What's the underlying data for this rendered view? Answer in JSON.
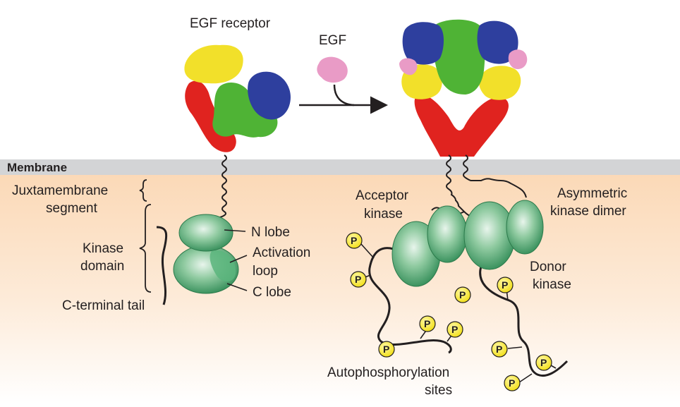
{
  "membrane_label": "Membrane",
  "labels": {
    "egf_receptor": "EGF receptor",
    "egf": "EGF",
    "juxtamembrane_1": "Juxtamembrane",
    "juxtamembrane_2": "segment",
    "kinase_domain_1": "Kinase",
    "kinase_domain_2": "domain",
    "c_terminal_tail": "C-terminal tail",
    "n_lobe": "N lobe",
    "activation_loop_1": "Activation",
    "activation_loop_2": "loop",
    "c_lobe": "C lobe",
    "acceptor_kinase_1": "Acceptor",
    "acceptor_kinase_2": "kinase",
    "asymmetric_dimer_1": "Asymmetric",
    "asymmetric_dimer_2": "kinase dimer",
    "donor_kinase_1": "Donor",
    "donor_kinase_2": "kinase",
    "autophos_1": "Autophosphorylation",
    "autophos_2": "sites"
  },
  "phospho_label": "P",
  "colors": {
    "membrane": "#d3d4d6",
    "cytoplasm_top": "#fbd9b7",
    "domain_yellow": "#f2e02a",
    "domain_red": "#e0231f",
    "domain_green": "#4fb335",
    "domain_blue": "#2e3f9e",
    "egf_pink": "#e99bc6",
    "kinase_green": "#3f9a63",
    "phospho_yellow": "#f6ea1c"
  }
}
